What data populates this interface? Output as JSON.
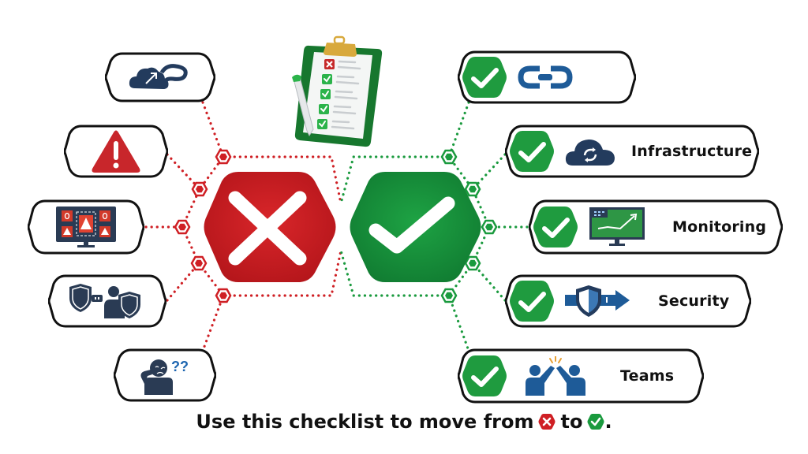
{
  "colors": {
    "red": "#cf1f24",
    "green": "#1a9a3e",
    "navy": "#233b5d",
    "blue": "#1e5b98",
    "outline": "#111111"
  },
  "center": {
    "bad_icon": "x-mark-icon",
    "good_icon": "check-mark-icon",
    "clipboard_icon": "clipboard-checklist-icon"
  },
  "left_items": [
    {
      "icon": "cloud-broken-link-icon",
      "label": ""
    },
    {
      "icon": "warning-triangle-icon",
      "label": ""
    },
    {
      "icon": "alert-monitor-icon",
      "label": ""
    },
    {
      "icon": "security-person-shields-icon",
      "label": ""
    },
    {
      "icon": "confused-person-icon",
      "label": ""
    }
  ],
  "right_items": [
    {
      "icon": "chain-link-icon",
      "label": ""
    },
    {
      "icon": "cloud-sync-icon",
      "label": "Infrastructure"
    },
    {
      "icon": "monitor-chart-icon",
      "label": "Monitoring"
    },
    {
      "icon": "shield-arrow-icon",
      "label": "Security"
    },
    {
      "icon": "high-five-icon",
      "label": "Teams"
    }
  ],
  "caption": {
    "before": "Use this checklist to move from",
    "middle": "to",
    "after": "."
  }
}
